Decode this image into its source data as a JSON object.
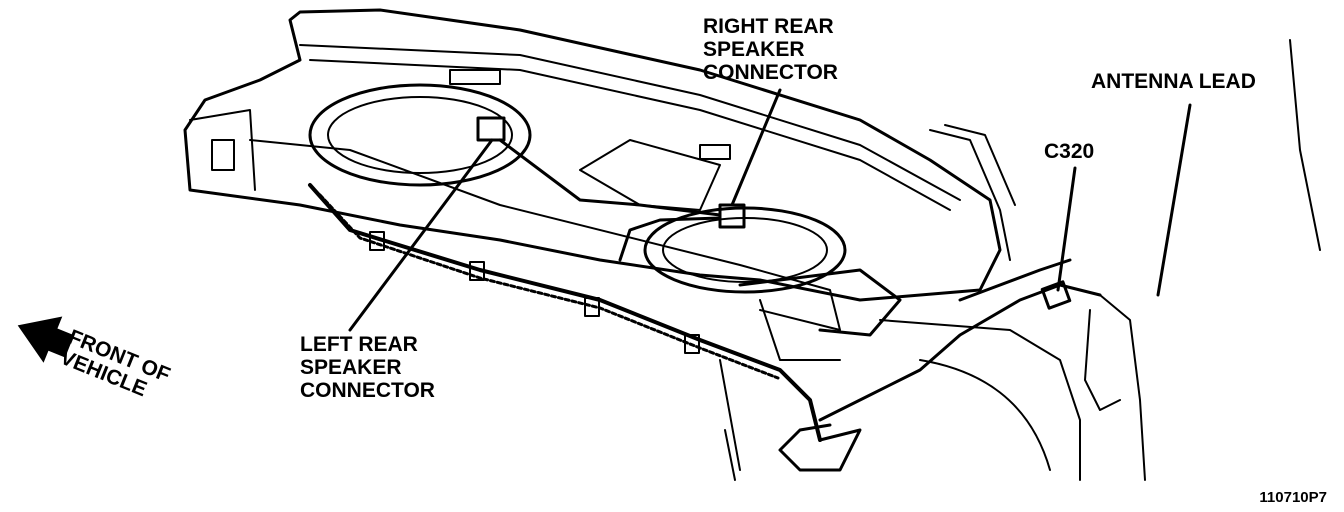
{
  "labels": {
    "right_rear": [
      "RIGHT REAR",
      "SPEAKER",
      "CONNECTOR"
    ],
    "left_rear": [
      "LEFT REAR",
      "SPEAKER",
      "CONNECTOR"
    ],
    "antenna": "ANTENNA LEAD",
    "c320": "C320",
    "front": [
      "FRONT OF",
      "VEHICLE"
    ]
  },
  "figure_id": "110710P7"
}
